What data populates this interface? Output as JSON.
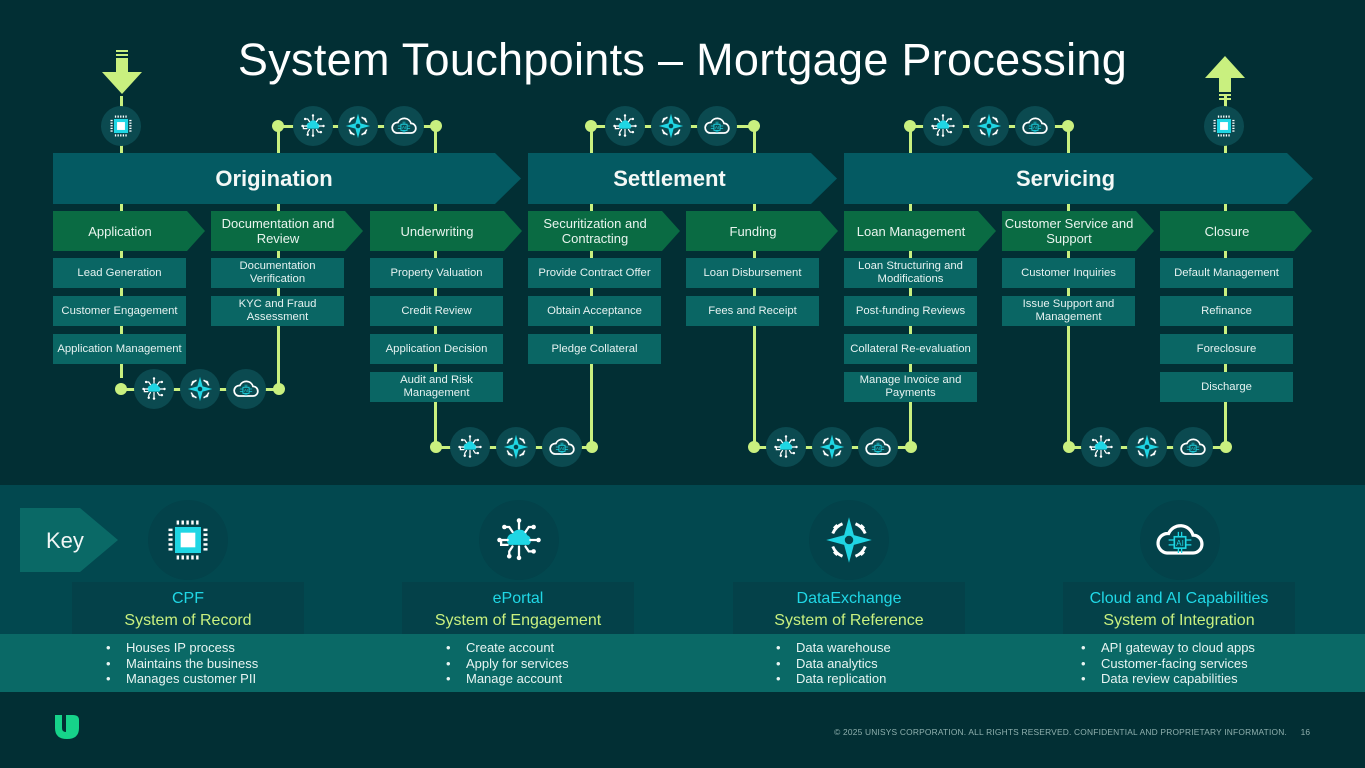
{
  "title": "System Touchpoints – Mortgage Processing",
  "phases": [
    {
      "label": "Origination"
    },
    {
      "label": "Settlement"
    },
    {
      "label": "Servicing"
    }
  ],
  "stages": [
    {
      "label": "Application",
      "tasks": [
        "Lead Generation",
        "Customer Engagement",
        "Application Management"
      ]
    },
    {
      "label": "Documentation and Review",
      "tasks": [
        "Documentation Verification",
        "KYC and Fraud Assessment"
      ]
    },
    {
      "label": "Underwriting",
      "tasks": [
        "Property Valuation",
        "Credit Review",
        "Application Decision",
        "Audit and Risk Management"
      ]
    },
    {
      "label": "Securitization and Contracting",
      "tasks": [
        "Provide Contract Offer",
        "Obtain Acceptance",
        "Pledge Collateral"
      ]
    },
    {
      "label": "Funding",
      "tasks": [
        "Loan Disbursement",
        "Fees and Receipt"
      ]
    },
    {
      "label": "Loan Management",
      "tasks": [
        "Loan Structuring and Modifications",
        "Post-funding Reviews",
        "Collateral Re-evaluation",
        "Manage Invoice and Payments"
      ]
    },
    {
      "label": "Customer Service and Support",
      "tasks": [
        "Customer Inquiries",
        "Issue Support and Management"
      ]
    },
    {
      "label": "Closure",
      "tasks": [
        "Default Management",
        "Refinance",
        "Foreclosure",
        "Discharge"
      ]
    }
  ],
  "flow": {
    "entry_icon": "cpu-chip-icon",
    "exit_icon": "cpu-chip-icon",
    "connector_icons": [
      "cloud-network-icon",
      "compass-star-icon",
      "cloud-ai-icon"
    ]
  },
  "key": {
    "label": "Key",
    "systems": [
      {
        "icon": "cpu-chip-icon",
        "name": "CPF",
        "role": "System of Record",
        "bullets": [
          "Houses IP process",
          "Maintains the business",
          "Manages customer PII"
        ]
      },
      {
        "icon": "cloud-network-icon",
        "name": "ePortal",
        "role": "System of Engagement",
        "bullets": [
          "Create account",
          "Apply for services",
          "Manage account"
        ]
      },
      {
        "icon": "compass-star-icon",
        "name": "DataExchange",
        "role": "System of Reference",
        "bullets": [
          "Data warehouse",
          "Data analytics",
          "Data replication"
        ]
      },
      {
        "icon": "cloud-ai-icon",
        "name": "Cloud and AI Capabilities",
        "role": "System of Integration",
        "bullets": [
          "API gateway to cloud apps",
          "Customer-facing services",
          "Data review capabilities"
        ]
      }
    ]
  },
  "footer": {
    "copyright": "© 2025 UNISYS CORPORATION. ALL RIGHTS RESERVED. CONFIDENTIAL AND PROPRIETARY INFORMATION.",
    "page_number": "16",
    "logo": "unisys-u-logo"
  },
  "colors": {
    "background": "#022f34",
    "phase": "#045a62",
    "stage": "#0a6b43",
    "task": "#0a6664",
    "connector": "#c9f07f",
    "key_name": "#20d8e6",
    "key_role": "#c9f07f"
  }
}
